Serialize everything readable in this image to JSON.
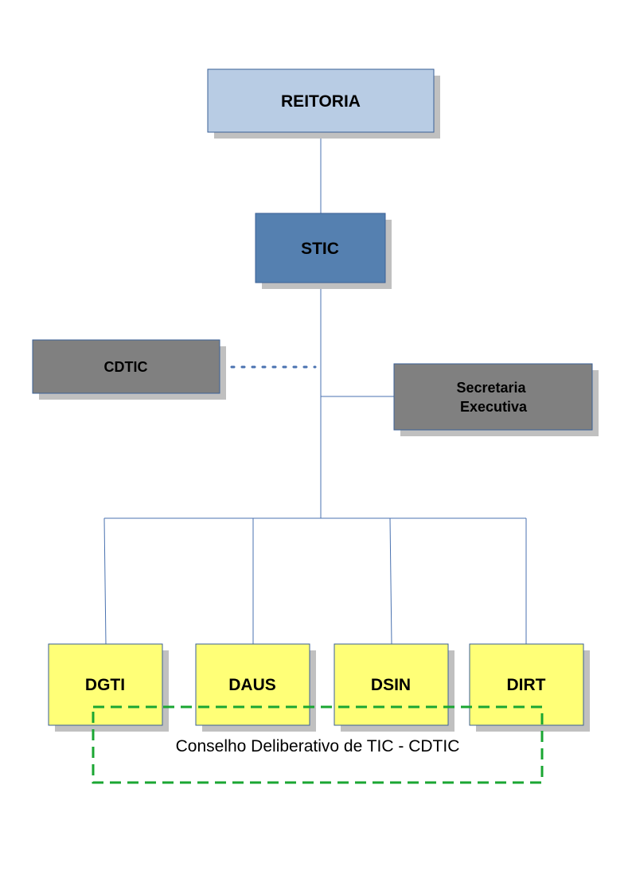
{
  "boxes": {
    "reitoria": {
      "label": "REITORIA",
      "fill": "#b8cce4"
    },
    "stic": {
      "label": "STIC",
      "fill": "#5580b0"
    },
    "cdtic": {
      "label": "CDTIC",
      "fill": "#808080"
    },
    "secretaria": {
      "label_line1": "Secretaria",
      "label_line2": "Executiva",
      "fill": "#808080"
    },
    "dgti": {
      "label": "DGTI",
      "fill": "#ffff77"
    },
    "daus": {
      "label": "DAUS",
      "fill": "#ffff77"
    },
    "dsin": {
      "label": "DSIN",
      "fill": "#ffff77"
    },
    "dirt": {
      "label": "DIRT",
      "fill": "#ffff77"
    }
  },
  "council": {
    "label": "Conselho Deliberativo de TIC - CDTIC",
    "stroke": "#1aa632"
  },
  "colors": {
    "connector": "#4a72b0",
    "box_border": "#3a5f96",
    "shadow": "#c0c0c0"
  }
}
